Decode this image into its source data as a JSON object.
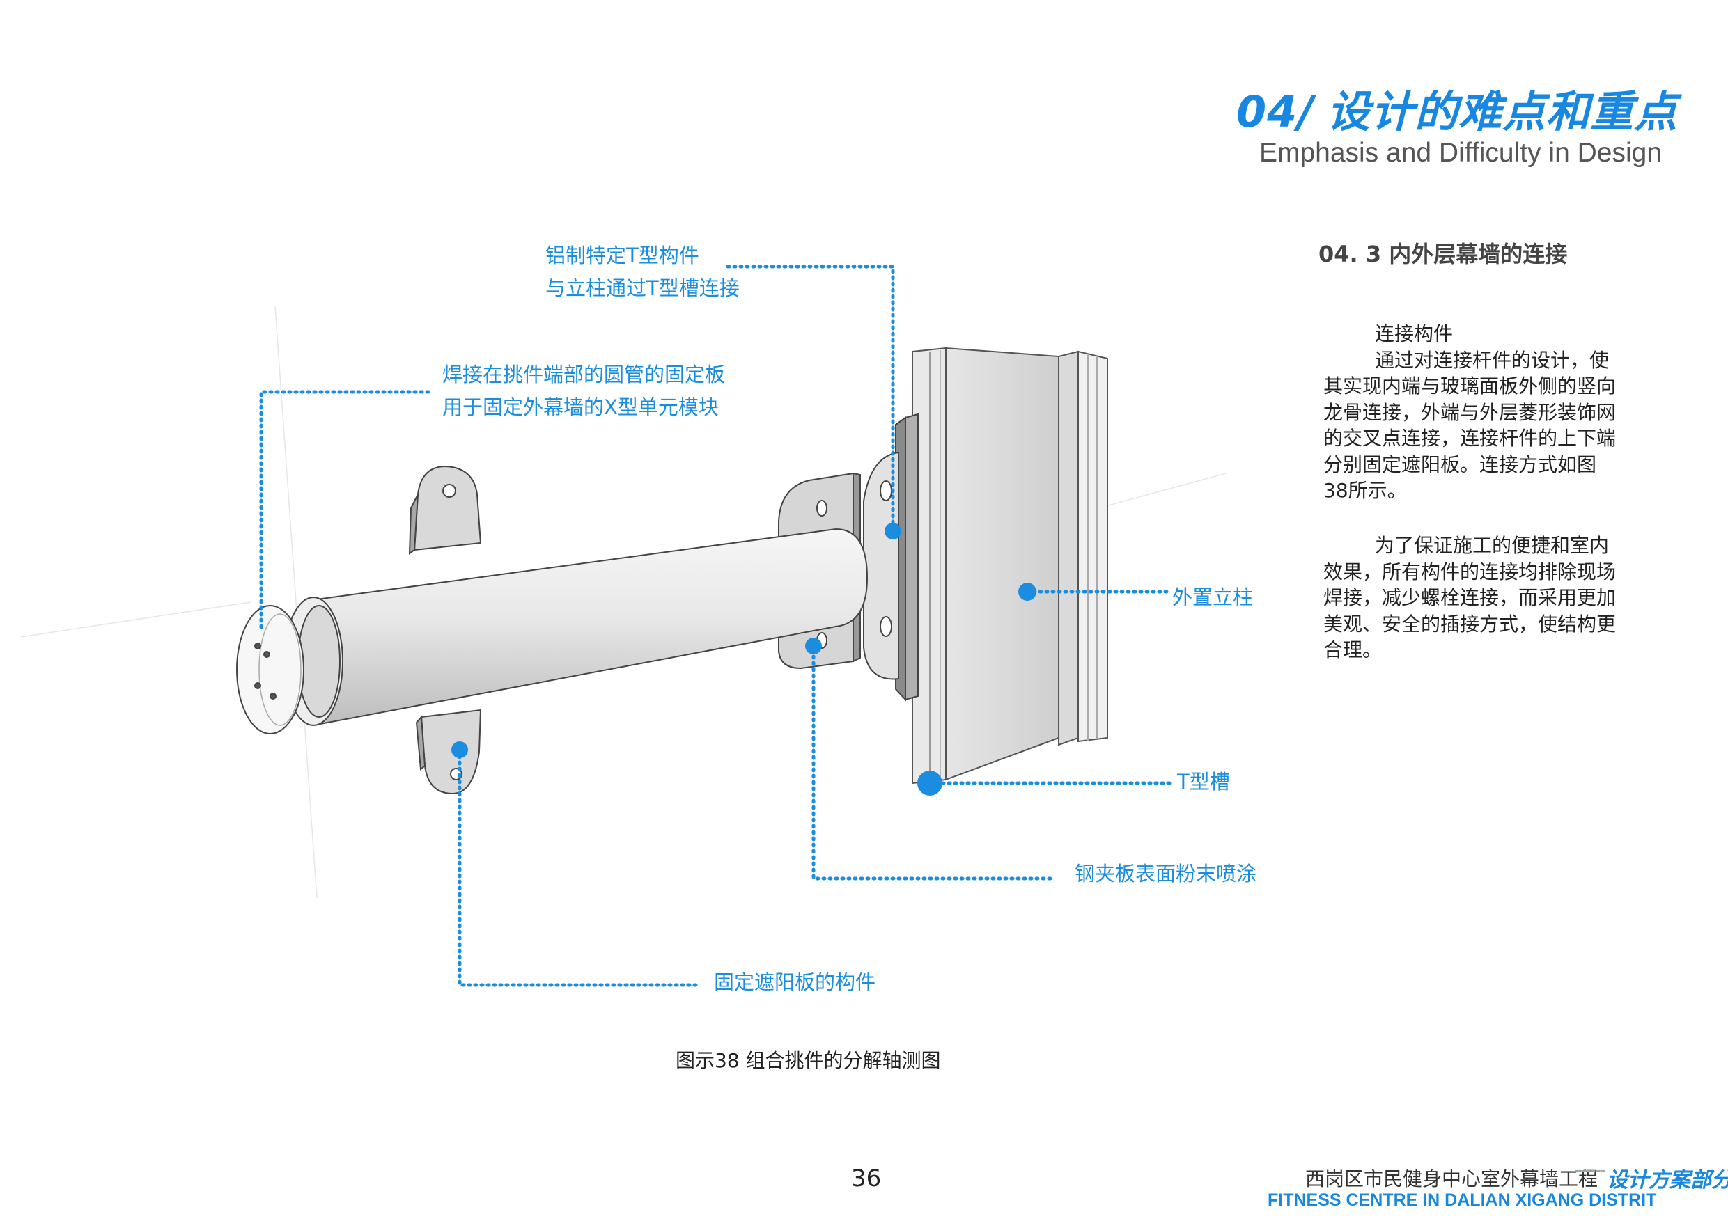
{
  "header": {
    "section_number": "04/",
    "section_title": "设计的难点和重点",
    "section_subtitle": "Emphasis and Difficulty in Design"
  },
  "content": {
    "subheading": "04. 3  内外层幕墙的连接",
    "para1_head": "连接构件",
    "para1_body": "通过对连接杆件的设计，使其实现内端与玻璃面板外侧的竖向龙骨连接，外端与外层菱形装饰网的交叉点连接，连接杆件的上下端分别固定遮阳板。连接方式如图38所示。",
    "para2": "为了保证施工的便捷和室内效果，所有构件的连接均排除现场焊接，减少螺栓连接，而采用更加美观、安全的插接方式，使结构更合理。"
  },
  "callouts": {
    "t_part_line1": "铝制特定T型构件",
    "t_part_line2": "与立柱通过T型槽连接",
    "plate_line1": "焊接在挑件端部的圆管的固定板",
    "plate_line2": "用于固定外幕墙的X型单元模块",
    "outer_column": "外置立柱",
    "t_slot": "T型槽",
    "steel_plate": "钢夹板表面粉末喷涂",
    "sunshade_part": "固定遮阳板的构件"
  },
  "figure": {
    "caption": "图示38  组合挑件的分解轴测图"
  },
  "footer": {
    "page_number": "36",
    "project_cn": "西岗区市民健身中心室外幕墙工程",
    "dash": "------",
    "part": "设计方案部分",
    "project_en": "FITNESS CENTRE IN DALIAN XIGANG DISTRIT"
  },
  "colors": {
    "accent": "#1787e2",
    "callout": "#1a8de0",
    "text": "#222222"
  }
}
